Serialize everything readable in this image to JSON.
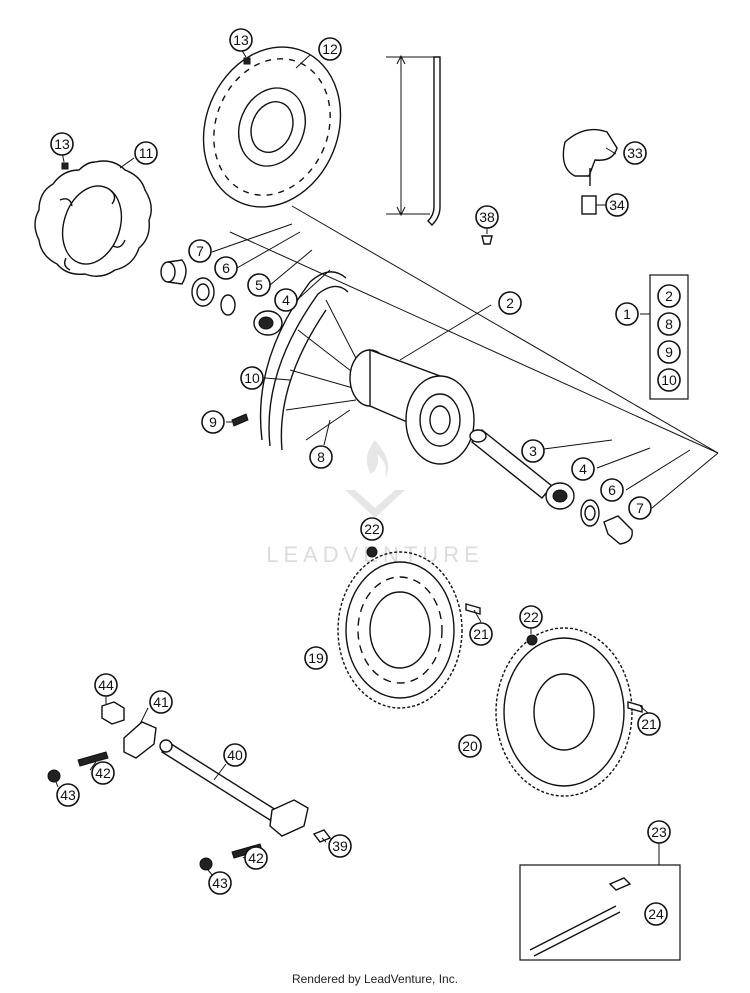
{
  "footer": {
    "text": "Rendered by LeadVenture, Inc."
  },
  "watermark": {
    "text": "LEADVENTURE",
    "color": "#d9d9d9"
  },
  "kit": {
    "label": "1",
    "members": [
      "2",
      "8",
      "9",
      "10"
    ]
  },
  "callouts": [
    {
      "id": "c13a",
      "label": "13"
    },
    {
      "id": "c12",
      "label": "12"
    },
    {
      "id": "c13b",
      "label": "13"
    },
    {
      "id": "c11",
      "label": "11"
    },
    {
      "id": "c33",
      "label": "33"
    },
    {
      "id": "c34",
      "label": "34"
    },
    {
      "id": "c38",
      "label": "38"
    },
    {
      "id": "c7a",
      "label": "7"
    },
    {
      "id": "c6a",
      "label": "6"
    },
    {
      "id": "c5",
      "label": "5"
    },
    {
      "id": "c4a",
      "label": "4"
    },
    {
      "id": "c2",
      "label": "2"
    },
    {
      "id": "c10",
      "label": "10"
    },
    {
      "id": "c9",
      "label": "9"
    },
    {
      "id": "c8",
      "label": "8"
    },
    {
      "id": "c3",
      "label": "3"
    },
    {
      "id": "c4b",
      "label": "4"
    },
    {
      "id": "c6b",
      "label": "6"
    },
    {
      "id": "c7b",
      "label": "7"
    },
    {
      "id": "c22a",
      "label": "22"
    },
    {
      "id": "c21a",
      "label": "21"
    },
    {
      "id": "c19",
      "label": "19"
    },
    {
      "id": "c22b",
      "label": "22"
    },
    {
      "id": "c21b",
      "label": "21"
    },
    {
      "id": "c20",
      "label": "20"
    },
    {
      "id": "c44",
      "label": "44"
    },
    {
      "id": "c41",
      "label": "41"
    },
    {
      "id": "c40",
      "label": "40"
    },
    {
      "id": "c42a",
      "label": "42"
    },
    {
      "id": "c43a",
      "label": "43"
    },
    {
      "id": "c39",
      "label": "39"
    },
    {
      "id": "c42b",
      "label": "42"
    },
    {
      "id": "c43b",
      "label": "43"
    },
    {
      "id": "c23",
      "label": "23"
    },
    {
      "id": "c24",
      "label": "24"
    }
  ]
}
